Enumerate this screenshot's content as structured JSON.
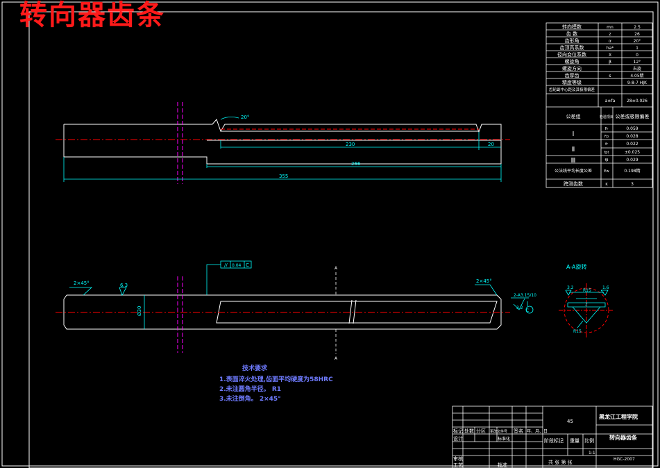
{
  "title": "转向器齿条",
  "params": {
    "rows": [
      {
        "name": "转向模数",
        "sym": "mn",
        "val": "2.5"
      },
      {
        "name": "齿 数",
        "sym": "z",
        "val": "26"
      },
      {
        "name": "齿形角",
        "sym": "α",
        "val": "20°"
      },
      {
        "name": "齿顶高系数",
        "sym": "ha*",
        "val": "1"
      },
      {
        "name": "径向变位系数",
        "sym": "X",
        "val": "0"
      },
      {
        "name": "螺旋角",
        "sym": "β",
        "val": "12°"
      },
      {
        "name": "螺旋方向",
        "sym": "",
        "val": "右旋"
      },
      {
        "name": "齿厚齿",
        "sym": "s",
        "val": "4.05精"
      },
      {
        "name": "精度等级",
        "sym": "",
        "val": "9-8-7 HJK"
      },
      {
        "name": "齿轮副中心距及其极限偏差",
        "sym": "a±fa",
        "val": "28±0.026"
      }
    ],
    "tol_header": {
      "group": "公差组",
      "label": "检验项目",
      "value": "公差或极限偏差"
    },
    "tol_groups": [
      "Ⅰ",
      "Ⅱ",
      "Ⅲ"
    ],
    "tol_rows": [
      {
        "sym": "Fr",
        "val": "0.059"
      },
      {
        "sym": "Fp",
        "val": "0.028"
      },
      {
        "sym": "fr",
        "val": "0.022"
      },
      {
        "sym": "fpt",
        "val": "±0.025"
      },
      {
        "sym": "fβ",
        "val": "0.029"
      }
    ],
    "bottom_rows": [
      {
        "name": "公法线平均长度公差",
        "sym": "Ew",
        "val": "0.198精"
      },
      {
        "name": "跨测齿数",
        "sym": "K",
        "val": "3"
      }
    ]
  },
  "views": {
    "top_angle": "20°",
    "dim_230": "230",
    "dim_20": "20",
    "dim_266": "266",
    "dim_355": "355",
    "chamfer_left": "2×45°",
    "chamfer_right": "2×45°",
    "rough_left": "6.3",
    "tol_frame": [
      "//",
      "0.04",
      "C"
    ],
    "section_mark": "A",
    "dia_label": "Ø30",
    "rough_right": "2-A3.15/10",
    "rough_right2": "3.2",
    "datum_c": "C",
    "section_title": "A-A旋转",
    "sec_dim1": "3.2",
    "sec_dim2": "R15",
    "sec_dim3": "1.6",
    "sec_dim4": "2",
    "sec_dim5": "R15"
  },
  "notes": {
    "title": "技术要求",
    "items": [
      "1.表面淬火处理,齿面平均硬度为58HRC",
      "2.未注圆角半径。  R1",
      "3.未注倒角。  2×45°"
    ]
  },
  "titleblock": {
    "material": "45",
    "school": "黑龙江工程学院",
    "name": "转向器齿条",
    "code": "HGC-2007",
    "scale": "1:1",
    "row_headers": [
      "标记",
      "处数",
      "分区",
      "更改文件号",
      "签名",
      "年、月、日"
    ],
    "labels": {
      "design": "设计",
      "standard": "标准化",
      "stage": "阶段标记",
      "weight": "重量",
      "scale_lbl": "比例",
      "review": "审核",
      "process": "工艺",
      "approve": "批准",
      "sheets": "共 张 第 张"
    }
  },
  "colors": {
    "outline": "#ffffff",
    "dim": "#00ffff",
    "center": "#ff0000",
    "section": "#ff00ff",
    "note": "#6f7bff",
    "title": "#ff1a1a"
  }
}
